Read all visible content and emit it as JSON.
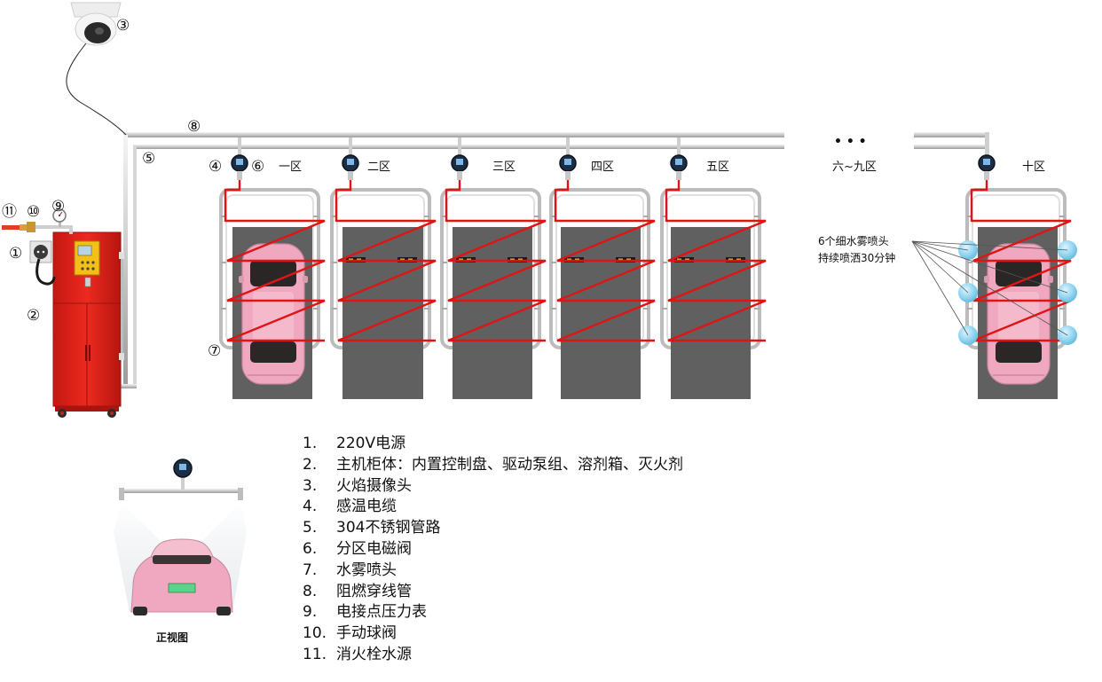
{
  "callouts": [
    "①",
    "②",
    "③",
    "④",
    "⑤",
    "⑥",
    "⑦",
    "⑧",
    "⑨",
    "⑩",
    "⑪"
  ],
  "zones": [
    "一区",
    "二区",
    "三区",
    "四区",
    "五区",
    "十区"
  ],
  "middle_zones_label": "六~九区",
  "ellipsis": "• • •",
  "nozzle_note": [
    "6个细水雾喷头",
    "持续喷洒30分钟"
  ],
  "front_view_caption": "正视图",
  "legend": [
    {
      "num": "1.",
      "text": "220V电源"
    },
    {
      "num": "2.",
      "text": "主机柜体：内置控制盘、驱动泵组、溶剂箱、灭火剂"
    },
    {
      "num": "3.",
      "text": "火焰摄像头"
    },
    {
      "num": "4.",
      "text": "感温电缆"
    },
    {
      "num": "5.",
      "text": "304不锈钢管路"
    },
    {
      "num": "6.",
      "text": "分区电磁阀"
    },
    {
      "num": "7.",
      "text": "水雾喷头"
    },
    {
      "num": "8.",
      "text": "阻燃穿线管"
    },
    {
      "num": "9.",
      "text": "电接点压力表"
    },
    {
      "num": "10.",
      "text": "手动球阀"
    },
    {
      "num": "11.",
      "text": "消火栓水源"
    }
  ],
  "colors": {
    "cabinet_red": "#e8251d",
    "cable_red": "#e01414",
    "bay_gray": "#606060",
    "car_pink": "#efa8bf",
    "pipe_gray": "#c8c8c8",
    "nozzle_blue": "#8fd4f0",
    "panel_yellow": "#f3c018"
  },
  "icons": {
    "camera": "dome-camera-icon",
    "valve": "solenoid-valve-icon",
    "gauge": "pressure-gauge-icon",
    "nozzle": "mist-nozzle-icon",
    "socket": "power-socket-icon"
  }
}
